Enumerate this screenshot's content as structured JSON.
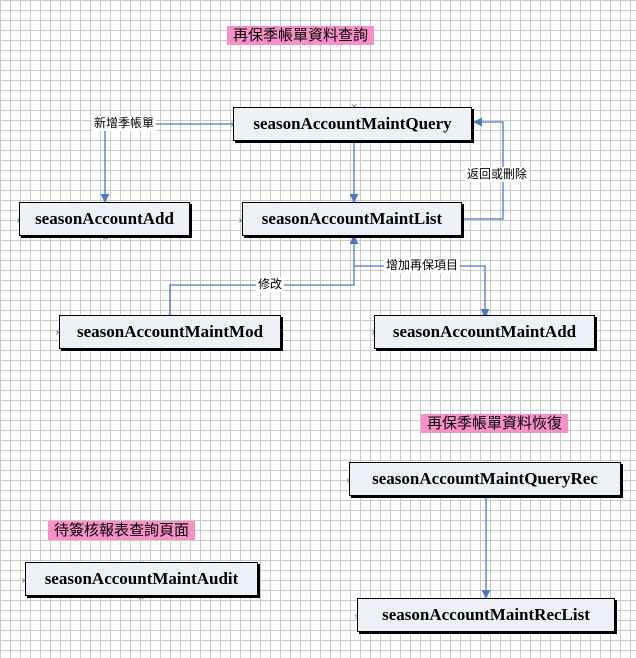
{
  "titles": {
    "query": "再保季帳單資料查詢",
    "recover": "再保季帳單資料恢復",
    "audit": "待簽核報表查詢頁面"
  },
  "nodes": {
    "maint_query": "seasonAccountMaintQuery",
    "add": "seasonAccountAdd",
    "maint_list": "seasonAccountMaintList",
    "maint_mod": "seasonAccountMaintMod",
    "maint_add": "seasonAccountMaintAdd",
    "maint_query_rec": "seasonAccountMaintQueryRec",
    "maint_audit": "seasonAccountMaintAudit",
    "maint_rec_list": "seasonAccountMaintRecList"
  },
  "edge_labels": {
    "new_bill": "新增季帳單",
    "back_or_delete": "返回或刪除",
    "modify": "修改",
    "add_item": "增加再保項目"
  },
  "colors": {
    "title_bg": "#f78fc8",
    "node_bg": "#eef0f8",
    "connector": "#4a78c2"
  }
}
